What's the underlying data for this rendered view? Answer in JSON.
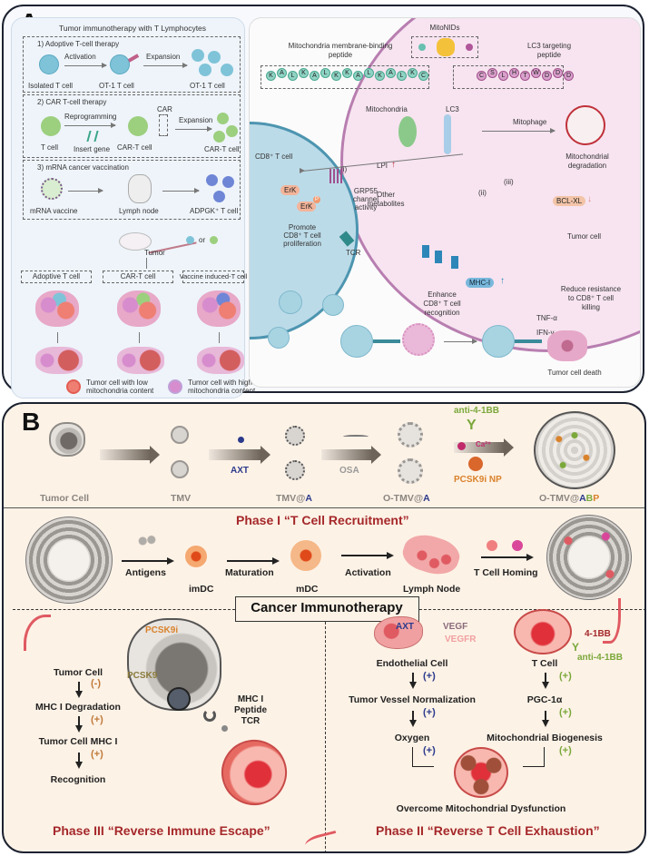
{
  "panel_a": {
    "letter": "A",
    "left": {
      "title": "Tumor immunotherapy with T Lymphocytes",
      "sections": [
        {
          "heading": "1) Adoptive T-cell therapy",
          "steps": [
            "Isolated T cell",
            "OT-1 T cell",
            "OT-1 T cell"
          ],
          "arrows": [
            "Activation",
            "Expansion"
          ]
        },
        {
          "heading": "2) CAR T-cell therapy",
          "steps": [
            "T cell",
            "CAR-T cell",
            "CAR-T cell"
          ],
          "arrows": [
            "Reprogramming",
            "Expansion"
          ],
          "extra": [
            "Insert gene",
            "CAR"
          ]
        },
        {
          "heading": "3) mRNA cancer vaccination",
          "steps": [
            "mRNA vaccine",
            "Lymph node",
            "ADPGK⁺ T cell"
          ]
        }
      ],
      "mouse": {
        "tumor_label": "Tumor",
        "or_label": "or"
      },
      "outcomes": [
        "Adoptive T cell",
        "CAR-T cell",
        "Vaccine induced-T cell"
      ],
      "legend": [
        {
          "label_line1": "Tumor cell with low",
          "label_line2": "mitochondria content",
          "color": "#e8786c"
        },
        {
          "label_line1": "Tumor cell with high",
          "label_line2": "mitochondria content",
          "color": "#c98cc4"
        }
      ]
    },
    "right": {
      "mitonids": "MitoNIDs",
      "left_peptide_label": [
        "Mitochondria membrane-binding",
        "peptide"
      ],
      "right_peptide_label": [
        "LC3 targeting",
        "peptide"
      ],
      "left_sequence": [
        "K",
        "A",
        "L",
        "K",
        "A",
        "L",
        "K",
        "K",
        "A",
        "L",
        "K",
        "A",
        "L",
        "K",
        "C"
      ],
      "right_sequence": [
        "C",
        "S",
        "L",
        "H",
        "T",
        "W",
        "D",
        "D",
        "D"
      ],
      "linker": "S",
      "labels": {
        "mitochondria": "Mitochondria",
        "lc3": "LC3",
        "mitophage": "Mitophage",
        "mito_degradation": [
          "Mitochondrial",
          "degradation"
        ],
        "cd8_cell": "CD8⁺ T cell",
        "path_i": "(i)",
        "lpi": "LPI",
        "path_ii": "(ii)",
        "path_iii": "(iii)",
        "other_metabolites": [
          "Other",
          "metabolites"
        ],
        "bcl_xl": "BCL-XL",
        "tumor_cell": "Tumor cell",
        "erk": "ErK",
        "erk_p": "ErK",
        "p_badge": "P",
        "grp55": [
          "GRP55",
          "channel",
          "activity"
        ],
        "promote": [
          "Promote",
          "CD8⁺ T cell",
          "proliferation"
        ],
        "tcr": "TCR",
        "mhc_i": "MHC-I",
        "enhance": [
          "Enhance",
          "CD8⁺ T cell",
          "recognition"
        ],
        "reduce": [
          "Reduce resistance",
          "to CD8⁺ T cell",
          "killing"
        ],
        "tnf": "TNF-α",
        "ifn": "IFN-γ",
        "tumor_death": "Tumor cell death",
        "up_arrow": "↑",
        "down_arrow": "↓"
      }
    }
  },
  "panel_b": {
    "letter": "B",
    "top_row": {
      "items": [
        "Tumor Cell",
        "TMV",
        "TMV@A",
        "O-TMV@A",
        "O-TMV@ABP"
      ],
      "arrow_labels": [
        "",
        "AXT",
        "OSA"
      ],
      "reagents": {
        "anti": "anti-4-1BB",
        "ca": "Ca²⁺",
        "np": "PCSK9i NP"
      },
      "suffix_colors": {
        "A": "#2b3a8c",
        "B": "#7aa83a",
        "P": "#d9822b"
      }
    },
    "phase1": {
      "title": "Phase I  “T Cell Recruitment”",
      "steps": [
        "imDC",
        "mDC",
        "Lymph Node"
      ],
      "arrows": [
        "Antigens",
        "Maturation",
        "Activation",
        "T Cell Homing"
      ]
    },
    "center_label": "Cancer Immunotherapy",
    "phase3": {
      "title": "Phase III  “Reverse Immune Escape”",
      "flow": [
        "Tumor Cell",
        "MHC I Degradation",
        "Tumor Cell MHC I",
        "Recognition"
      ],
      "signs": [
        "(-)",
        "(+)",
        "(+)"
      ],
      "cell_labels": {
        "pcsk9i": "PCSK9i",
        "pcsk9": "PCSK9",
        "mhc": [
          "MHC I",
          "Peptide",
          "TCR"
        ]
      }
    },
    "phase2": {
      "title": "Phase II  “Reverse T Cell Exhaustion”",
      "left_flow": [
        "Endothelial Cell",
        "Tumor Vessel Normalization",
        "Oxygen"
      ],
      "left_signs": [
        "(+)",
        "(+)",
        "(+)"
      ],
      "right_flow": [
        "T Cell",
        "PGC-1α",
        "Mitochondrial Biogenesis"
      ],
      "right_signs": [
        "(+)",
        "(+)",
        "(+)"
      ],
      "endothelial_labels": {
        "axt": "AXT",
        "vegf": "VEGF",
        "vegfr": "VEGFR"
      },
      "tcell_labels": {
        "receptor": "4-1BB",
        "antibody": "anti-4-1BB"
      },
      "result": "Overcome Mitochondrial Dysfunction"
    }
  },
  "colors": {
    "phase_title": "#a5282a",
    "panel_b_bg": "#fdf2e6",
    "tcell_blue": "#7fc3d8",
    "car_green": "#9ccf7e",
    "tumor_pink": "#f2dbee",
    "axt_blue": "#2b3a8c",
    "anti_green": "#7aa83a",
    "pcsk_orange": "#d9822b"
  }
}
